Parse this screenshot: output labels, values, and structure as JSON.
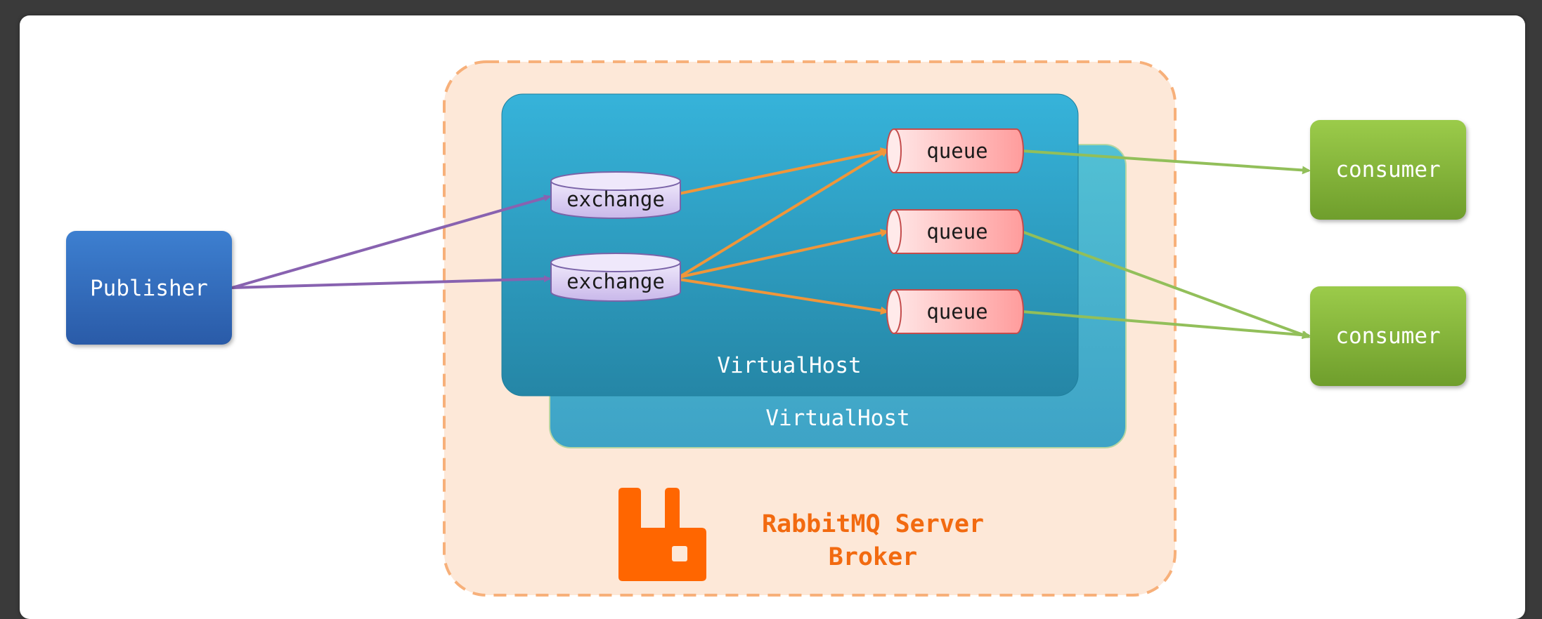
{
  "publisher": {
    "label": "Publisher"
  },
  "exchanges": [
    {
      "label": "exchange"
    },
    {
      "label": "exchange"
    }
  ],
  "queues": [
    {
      "label": "queue"
    },
    {
      "label": "queue"
    },
    {
      "label": "queue"
    }
  ],
  "consumers": [
    {
      "label": "consumer"
    },
    {
      "label": "consumer"
    }
  ],
  "virtual_hosts": [
    {
      "label": "VirtualHost"
    },
    {
      "label": "VirtualHost"
    }
  ],
  "broker": {
    "line1": "RabbitMQ Server",
    "line2": "Broker",
    "logo_icon": "rabbitmq-logo-icon"
  },
  "colors": {
    "publisher": "#2f66b8",
    "exchange_fill": "#d8cdf0",
    "queue_fill": "#ffb8b8",
    "consumer": "#84b83c",
    "virtualhost_front": "#2f9ec4",
    "virtualhost_back": "#45abc9",
    "broker_fill": "#fde8d8",
    "broker_border": "#f7b07a",
    "broker_text": "#f26a10",
    "arrow_publisher": "#8862b0",
    "arrow_exchange": "#f0963a",
    "arrow_queue": "#92bf5a"
  }
}
